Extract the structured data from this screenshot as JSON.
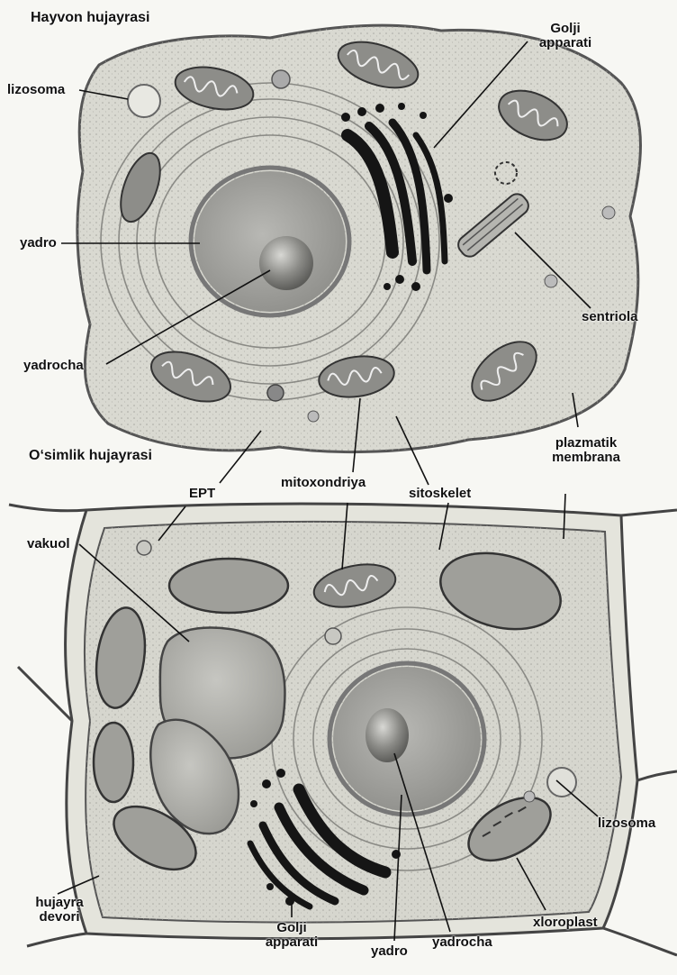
{
  "animal_cell": {
    "title": "Hayvon hujayrasi",
    "labels": {
      "lizosoma": "lizosoma",
      "golji_line1": "Golji",
      "golji_line2": "apparati",
      "yadro": "yadro",
      "yadrocha": "yadrocha",
      "sentriola": "sentriola",
      "plazmatik_line1": "plazmatik",
      "plazmatik_line2": "membrana"
    }
  },
  "plant_cell": {
    "title": "O‘simlik hujayrasi",
    "labels": {
      "ept": "EPT",
      "mitoxondriya": "mitoxondriya",
      "sitoskelet": "sitoskelet",
      "vakuol": "vakuol",
      "lizosoma": "lizosoma",
      "hujayra_line1": "hujayra",
      "hujayra_line2": "devori",
      "golji_line1": "Golji",
      "golji_line2": "apparati",
      "yadro": "yadro",
      "yadrocha": "yadrocha",
      "xloroplast": "xloroplast"
    }
  },
  "colors": {
    "ink": "#111111",
    "cytoplasm": "#dcdcd4",
    "nucleus": "#9a9a96",
    "nucleolus": "#6f6f6c",
    "organelle": "#8d8d89",
    "golgi": "#151515"
  }
}
